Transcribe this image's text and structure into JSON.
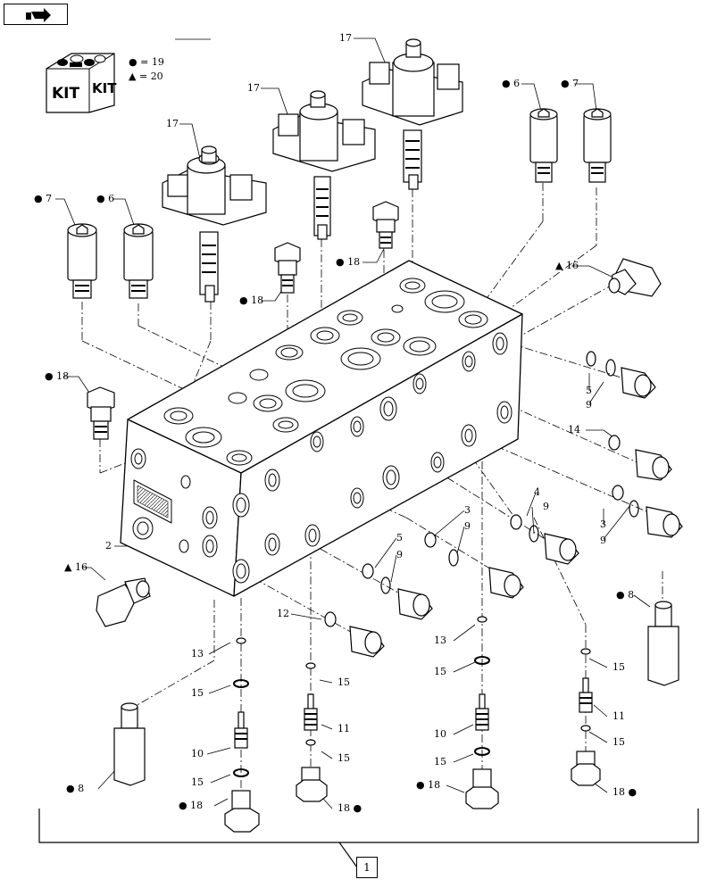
{
  "nav": {
    "icon": "arrow-right-icon"
  },
  "kit_badge": {
    "text_left": "KIT",
    "text_right": "KIT"
  },
  "legend": [
    {
      "symbol": "●",
      "eq": "=",
      "value": "19"
    },
    {
      "symbol": "▲",
      "eq": "=",
      "value": "20"
    }
  ],
  "assembly_ref": "1",
  "callouts": {
    "c17a": "17",
    "c17b": "17",
    "c17c": "17",
    "c6top": "6",
    "c7top": "7",
    "c7left": "7",
    "c6left": "6",
    "c18mid": "18",
    "c18left": "18",
    "c18center": "18",
    "c16right": "16",
    "c16left": "16",
    "c5a": "5",
    "c9a": "9",
    "c14": "14",
    "c4": "4",
    "c9b": "9",
    "c3a": "3",
    "c9c": "9",
    "c3b": "3",
    "c9d": "9",
    "c5b": "5",
    "c9e": "9",
    "c2": "2",
    "c12": "12",
    "c8right": "8",
    "c8left": "8",
    "c13a": "13",
    "c15a": "15",
    "c10a": "10",
    "c15b": "15",
    "c18b1": "18",
    "c15c": "15",
    "c11a": "11",
    "c15d": "15",
    "c18b2": "18",
    "c13b": "13",
    "c15e": "15",
    "c10b": "10",
    "c15f": "15",
    "c18b3": "18",
    "c15g": "15",
    "c11b": "11",
    "c15h": "15",
    "c18b4": "18"
  }
}
